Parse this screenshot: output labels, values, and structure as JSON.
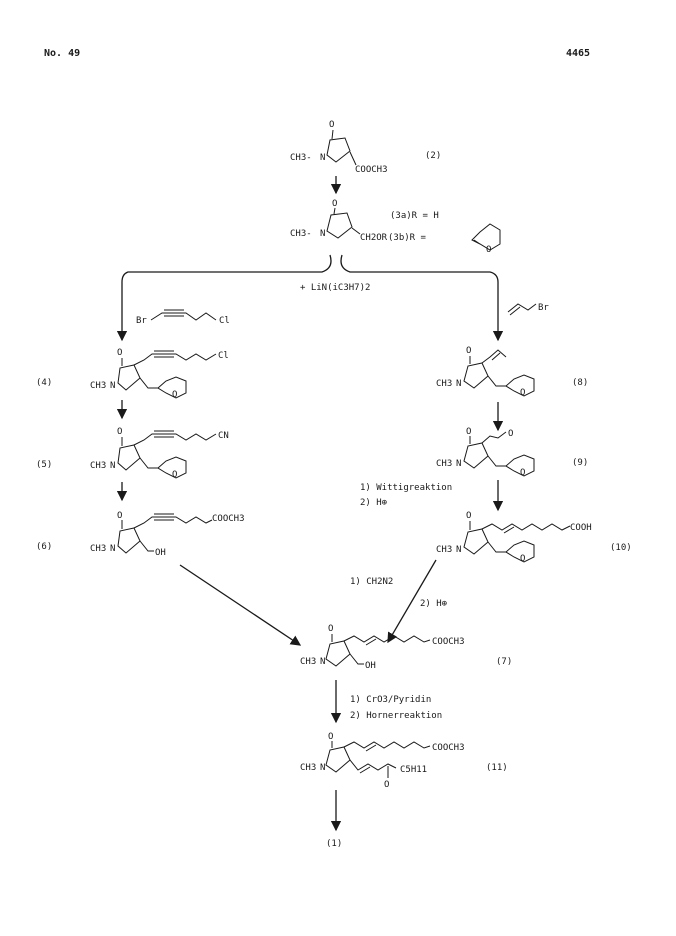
{
  "header": {
    "left": "No. 49",
    "right": "4465"
  },
  "compounds": {
    "c2": {
      "label": "(2)",
      "methyl": "CH3-",
      "ring_n": "N",
      "ring_o": "O",
      "ester": "COOCH3"
    },
    "c3": {
      "methyl": "CH3-",
      "ring_n": "N",
      "ring_o": "O",
      "side": "CH2OR",
      "rA": "(3a)R = H",
      "rB": "(3b)R =",
      "thp_o": "O"
    },
    "reagent_center": "+ LiN(iC3H7)2",
    "bromochloro": {
      "br": "Br",
      "cl": "Cl"
    },
    "allylbromide": {
      "br": "Br"
    },
    "c4": {
      "label": "(4)",
      "methyl": "CH3",
      "ring_n": "N",
      "ring_o": "O",
      "cl": "Cl",
      "thp_o": "O"
    },
    "c5": {
      "label": "(5)",
      "methyl": "CH3",
      "ring_n": "N",
      "ring_o": "O",
      "cn": "CN",
      "thp_o": "O"
    },
    "c6": {
      "label": "(6)",
      "methyl": "CH3",
      "ring_n": "N",
      "ring_o": "O",
      "ester": "COOCH3",
      "oh": "OH"
    },
    "c8": {
      "label": "(8)",
      "methyl": "CH3",
      "ring_n": "N",
      "ring_o": "O",
      "thp_o": "O"
    },
    "c9": {
      "label": "(9)",
      "methyl": "CH3",
      "ring_n": "N",
      "ring_o": "O",
      "ald_o": "O",
      "thp_o": "O"
    },
    "c10": {
      "label": "(10)",
      "methyl": "CH3",
      "ring_n": "N",
      "ring_o": "O",
      "acid": "COOH",
      "thp_o": "O"
    },
    "c7": {
      "label": "(7)",
      "methyl": "CH3",
      "ring_n": "N",
      "ring_o": "O",
      "ester": "COOCH3",
      "oh": "OH"
    },
    "c11": {
      "label": "(11)",
      "methyl": "CH3",
      "ring_n": "N",
      "ring_o": "O",
      "ester": "COOCH3",
      "pentyl": "C5H11",
      "keto_o": "O"
    },
    "c1": {
      "label": "(1)"
    }
  },
  "steps": {
    "wittig1": "1) Wittigreaktion",
    "wittig2": "2) H⊕",
    "diazo1": "1) CH2N2",
    "diazo2": "2) H⊕",
    "final1": "1) CrO3/Pyridin",
    "final2": "2) Hornerreaktion"
  }
}
